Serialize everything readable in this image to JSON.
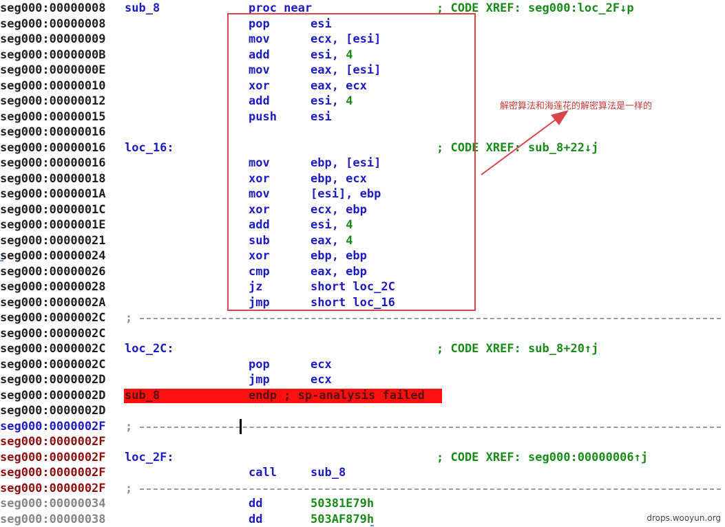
{
  "rows": [
    {
      "addr": "seg000:00000008",
      "addr_color": "default",
      "label": "sub_8",
      "mnemonic": "proc near",
      "operand": "",
      "comment": "; CODE XREF: seg000:loc_2F↓p"
    },
    {
      "addr": "seg000:00000008",
      "addr_color": "default",
      "mnemonic": "pop",
      "operand": "esi"
    },
    {
      "addr": "seg000:00000009",
      "addr_color": "default",
      "mnemonic": "mov",
      "operand": "ecx, [esi]"
    },
    {
      "addr": "seg000:0000000B",
      "addr_color": "default",
      "mnemonic": "add",
      "operand": "esi, ",
      "operand_num": "4"
    },
    {
      "addr": "seg000:0000000E",
      "addr_color": "default",
      "mnemonic": "mov",
      "operand": "eax, [esi]"
    },
    {
      "addr": "seg000:00000010",
      "addr_color": "default",
      "mnemonic": "xor",
      "operand": "eax, ecx"
    },
    {
      "addr": "seg000:00000012",
      "addr_color": "default",
      "mnemonic": "add",
      "operand": "esi, ",
      "operand_num": "4"
    },
    {
      "addr": "seg000:00000015",
      "addr_color": "default",
      "mnemonic": "push",
      "operand": "esi"
    },
    {
      "addr": "seg000:00000016",
      "addr_color": "default"
    },
    {
      "addr": "seg000:00000016",
      "addr_color": "default",
      "label": "loc_16:",
      "comment": "; CODE XREF: sub_8+22↓j"
    },
    {
      "addr": "seg000:00000016",
      "addr_color": "default",
      "mnemonic": "mov",
      "operand": "ebp, [esi]"
    },
    {
      "addr": "seg000:00000018",
      "addr_color": "default",
      "mnemonic": "xor",
      "operand": "ebp, ecx"
    },
    {
      "addr": "seg000:0000001A",
      "addr_color": "default",
      "mnemonic": "mov",
      "operand": "[esi], ebp"
    },
    {
      "addr": "seg000:0000001C",
      "addr_color": "default",
      "mnemonic": "xor",
      "operand": "ecx, ebp"
    },
    {
      "addr": "seg000:0000001E",
      "addr_color": "default",
      "mnemonic": "add",
      "operand": "esi, ",
      "operand_num": "4"
    },
    {
      "addr": "seg000:00000021",
      "addr_color": "default",
      "mnemonic": "sub",
      "operand": "eax, ",
      "operand_num": "4"
    },
    {
      "addr": "seg000:00000024",
      "addr_color": "default",
      "mnemonic": "xor",
      "operand": "ebp, ebp"
    },
    {
      "addr": "seg000:00000026",
      "addr_color": "default",
      "mnemonic": "cmp",
      "operand": "eax, ebp"
    },
    {
      "addr": "seg000:00000028",
      "addr_color": "default",
      "mnemonic": "jz",
      "operand": "short loc_2C"
    },
    {
      "addr": "seg000:0000002A",
      "addr_color": "default",
      "mnemonic": "jmp",
      "operand": "short loc_16"
    },
    {
      "addr": "seg000:0000002C",
      "addr_color": "default",
      "separator": true,
      "semi": ";"
    },
    {
      "addr": "seg000:0000002C",
      "addr_color": "default"
    },
    {
      "addr": "seg000:0000002C",
      "addr_color": "default",
      "label": "loc_2C:",
      "comment": "; CODE XREF: sub_8+20↑j"
    },
    {
      "addr": "seg000:0000002C",
      "addr_color": "default",
      "mnemonic": "pop",
      "operand": "ecx"
    },
    {
      "addr": "seg000:0000002D",
      "addr_color": "default",
      "mnemonic": "jmp",
      "operand": "ecx"
    },
    {
      "addr": "seg000:0000002D",
      "addr_color": "default",
      "highlight": true,
      "label": "sub_8",
      "mnemonic": "endp ; sp-analysis failed"
    },
    {
      "addr": "seg000:0000002D",
      "addr_color": "default"
    },
    {
      "addr": "seg000:0000002F",
      "addr_color": "blue",
      "separator": true,
      "semi": ";"
    },
    {
      "addr": "seg000:0000002F",
      "addr_color": "brown"
    },
    {
      "addr": "seg000:0000002F",
      "addr_color": "brown",
      "label": "loc_2F:",
      "comment": "; CODE XREF: seg000:00000006↑j"
    },
    {
      "addr": "seg000:0000002F",
      "addr_color": "brown",
      "mnemonic": "call",
      "operand": "sub_8"
    },
    {
      "addr": "seg000:0000002F",
      "addr_color": "brown",
      "separator": true,
      "semi": ";"
    },
    {
      "addr": "seg000:00000034",
      "addr_color": "gray",
      "mnemonic": "dd",
      "operand_num_only": "50381E79h"
    },
    {
      "addr": "seg000:00000038",
      "addr_color": "gray",
      "mnemonic": "dd",
      "operand_num_only": "503AF879h"
    }
  ],
  "annotation": {
    "text": "解密算法和海莲花的解密算法是一样的",
    "color": "#c83a3a",
    "box_color": "#d9434a"
  },
  "watermark": "drops.wooyun.org"
}
